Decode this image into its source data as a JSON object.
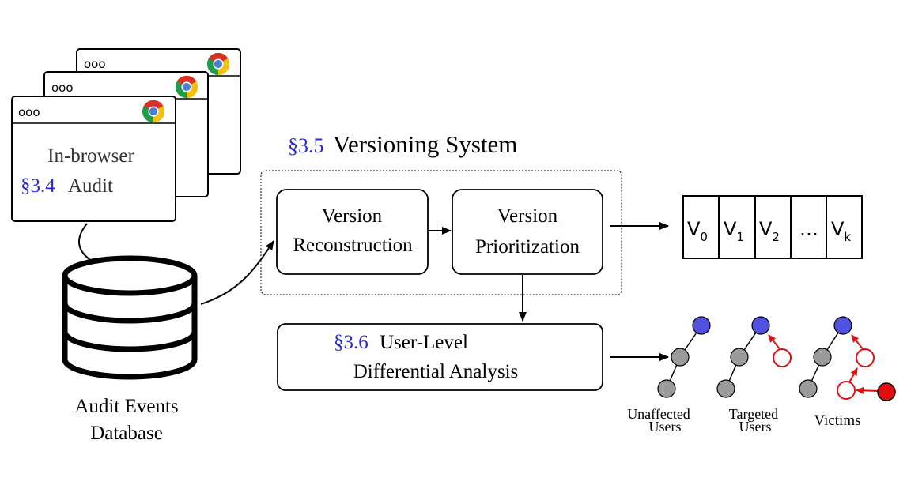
{
  "browser": {
    "title_line1": "In-browser",
    "section_ref": "§3.4",
    "title_line2": "Audit",
    "window_dots": "ooo"
  },
  "database": {
    "label_line1": "Audit Events",
    "label_line2": "Database"
  },
  "versioning": {
    "section_ref": "§3.5",
    "title": "Versioning System",
    "reconstruction_line1": "Version",
    "reconstruction_line2": "Reconstruction",
    "prioritization_line1": "Version",
    "prioritization_line2": "Prioritization"
  },
  "versions": {
    "v0_base": "V",
    "v0_sub": "0",
    "v1_base": "V",
    "v1_sub": "1",
    "v2_base": "V",
    "v2_sub": "2",
    "ellipsis": "…",
    "vk_base": "V",
    "vk_sub": "k"
  },
  "analysis": {
    "section_ref": "§3.6",
    "title_line1": "User-Level",
    "title_line2": "Differential Analysis"
  },
  "user_groups": {
    "unaffected_line1": "Unaffected",
    "unaffected_line2": "Users",
    "targeted_line1": "Targeted",
    "targeted_line2": "Users",
    "victims": "Victims"
  },
  "colors": {
    "accent_blue": "#2a2ad0",
    "node_blue": "#5252e0",
    "node_gray": "#9b9b9b",
    "node_red": "#e01010",
    "chrome_red": "#d93025",
    "chrome_yellow": "#f4c20d",
    "chrome_green": "#1e9e48",
    "chrome_center": "#4a7fd8"
  }
}
